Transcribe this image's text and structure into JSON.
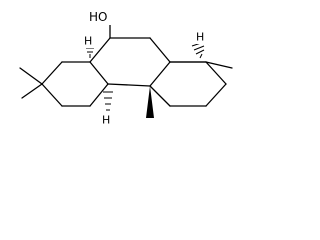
{
  "molecule": {
    "atom_labels": {
      "hydroxyl": "HO",
      "h_c8": "H",
      "h_c9": "H",
      "h_c14": "H"
    },
    "colors": {
      "bond": "#000000",
      "background": "#ffffff"
    }
  }
}
